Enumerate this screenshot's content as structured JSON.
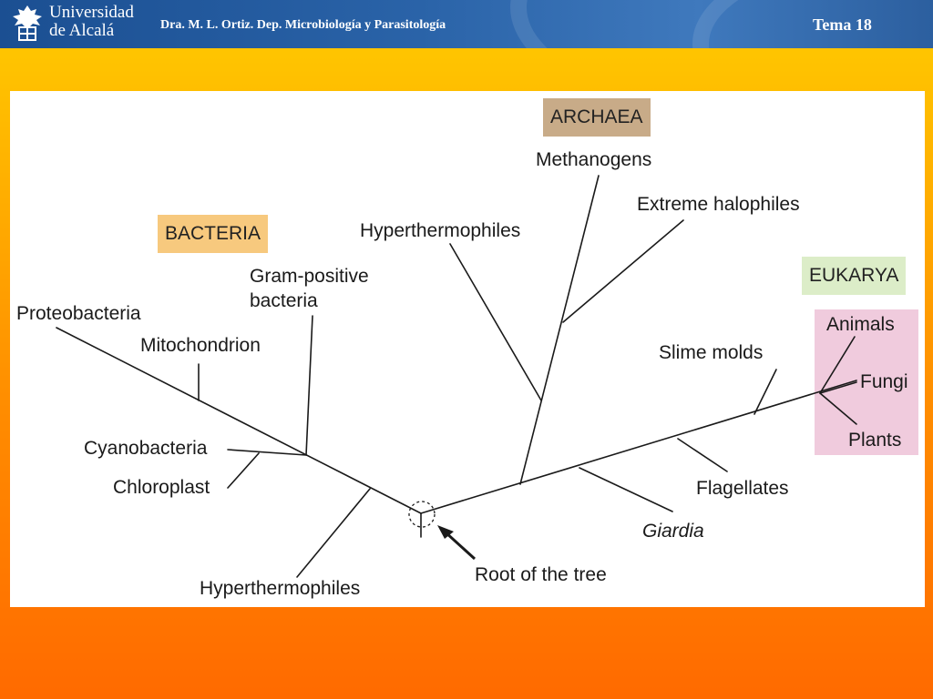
{
  "header": {
    "university_line1": "Universidad",
    "university_line2": "de Alcalá",
    "author": "Dra. M. L. Ortiz. Dep. Microbiología y Parasitología",
    "topic": "Tema 18"
  },
  "diagram": {
    "domains": {
      "bacteria": "BACTERIA",
      "archaea": "ARCHAEA",
      "eukarya": "EUKARYA"
    },
    "colors": {
      "bacteria": "#f7c97e",
      "archaea": "#c8ab88",
      "eukarya": "#dcedc8",
      "eukarya_group": "#f0cbdd"
    },
    "labels": {
      "proteobacteria": "Proteobacteria",
      "mitochondrion": "Mitochondrion",
      "gram_positive_1": "Gram-positive",
      "gram_positive_2": "bacteria",
      "cyanobacteria": "Cyanobacteria",
      "chloroplast": "Chloroplast",
      "hyperthermophiles_bacteria": "Hyperthermophiles",
      "hyperthermophiles_archaea": "Hyperthermophiles",
      "methanogens": "Methanogens",
      "extreme_halophiles": "Extreme halophiles",
      "slime_molds": "Slime molds",
      "animals": "Animals",
      "fungi": "Fungi",
      "plants": "Plants",
      "flagellates": "Flagellates",
      "giardia": "Giardia",
      "root": "Root of the tree"
    }
  }
}
